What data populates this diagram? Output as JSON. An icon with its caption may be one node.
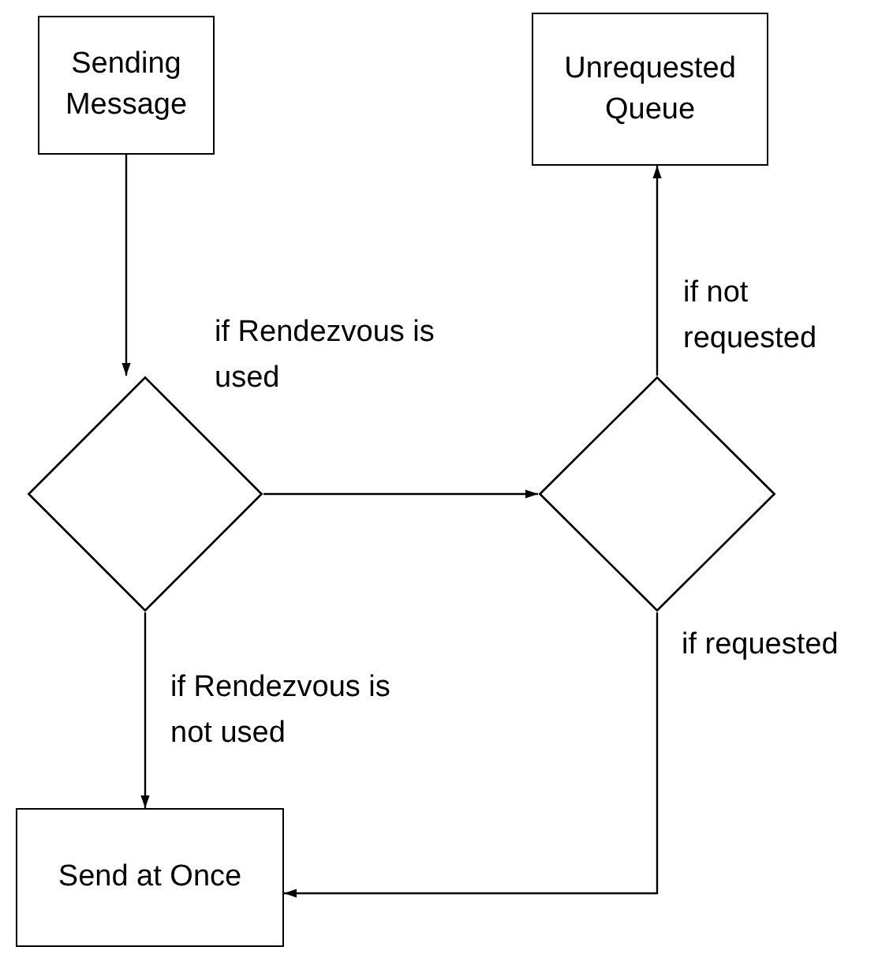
{
  "diagram": {
    "nodes": [
      {
        "text": [
          "Sending Message"
        ]
      },
      {
        "text": [
          "Unrequested Queue"
        ]
      },
      {
        "text": [],
        "shape": "diamond"
      },
      {
        "text": [],
        "shape": "diamond"
      },
      {
        "text": [
          "Send at Once"
        ]
      }
    ],
    "edges": [
      {
        "from": 0,
        "to": 2,
        "arrow": "to",
        "label": "if Rendezvous is used"
      },
      {
        "from": 2,
        "to": 3,
        "arrow": "to"
      },
      {
        "from": 3,
        "to": 1,
        "arrow": "to",
        "label": "if not requested"
      },
      {
        "from": 2,
        "to": 4,
        "arrow": "to",
        "label": "if Rendezvous is not used"
      },
      {
        "from": 3,
        "to": 4,
        "arrow": "to",
        "label": "if requested"
      }
    ]
  }
}
